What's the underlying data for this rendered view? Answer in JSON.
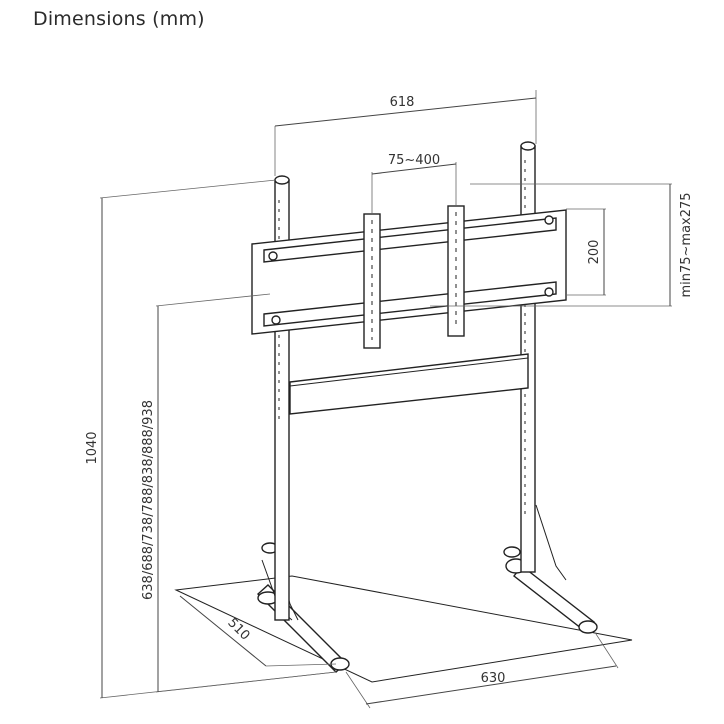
{
  "title": "Dimensions (mm)",
  "dimensions": {
    "overall_width": "618",
    "vesa_horizontal": "75~400",
    "vesa_vertical": "200",
    "vertical_range": "min75~max275",
    "total_height": "1040",
    "mount_heights": "638/688/738/788/838/888/938",
    "base_depth": "510",
    "base_width": "630"
  }
}
